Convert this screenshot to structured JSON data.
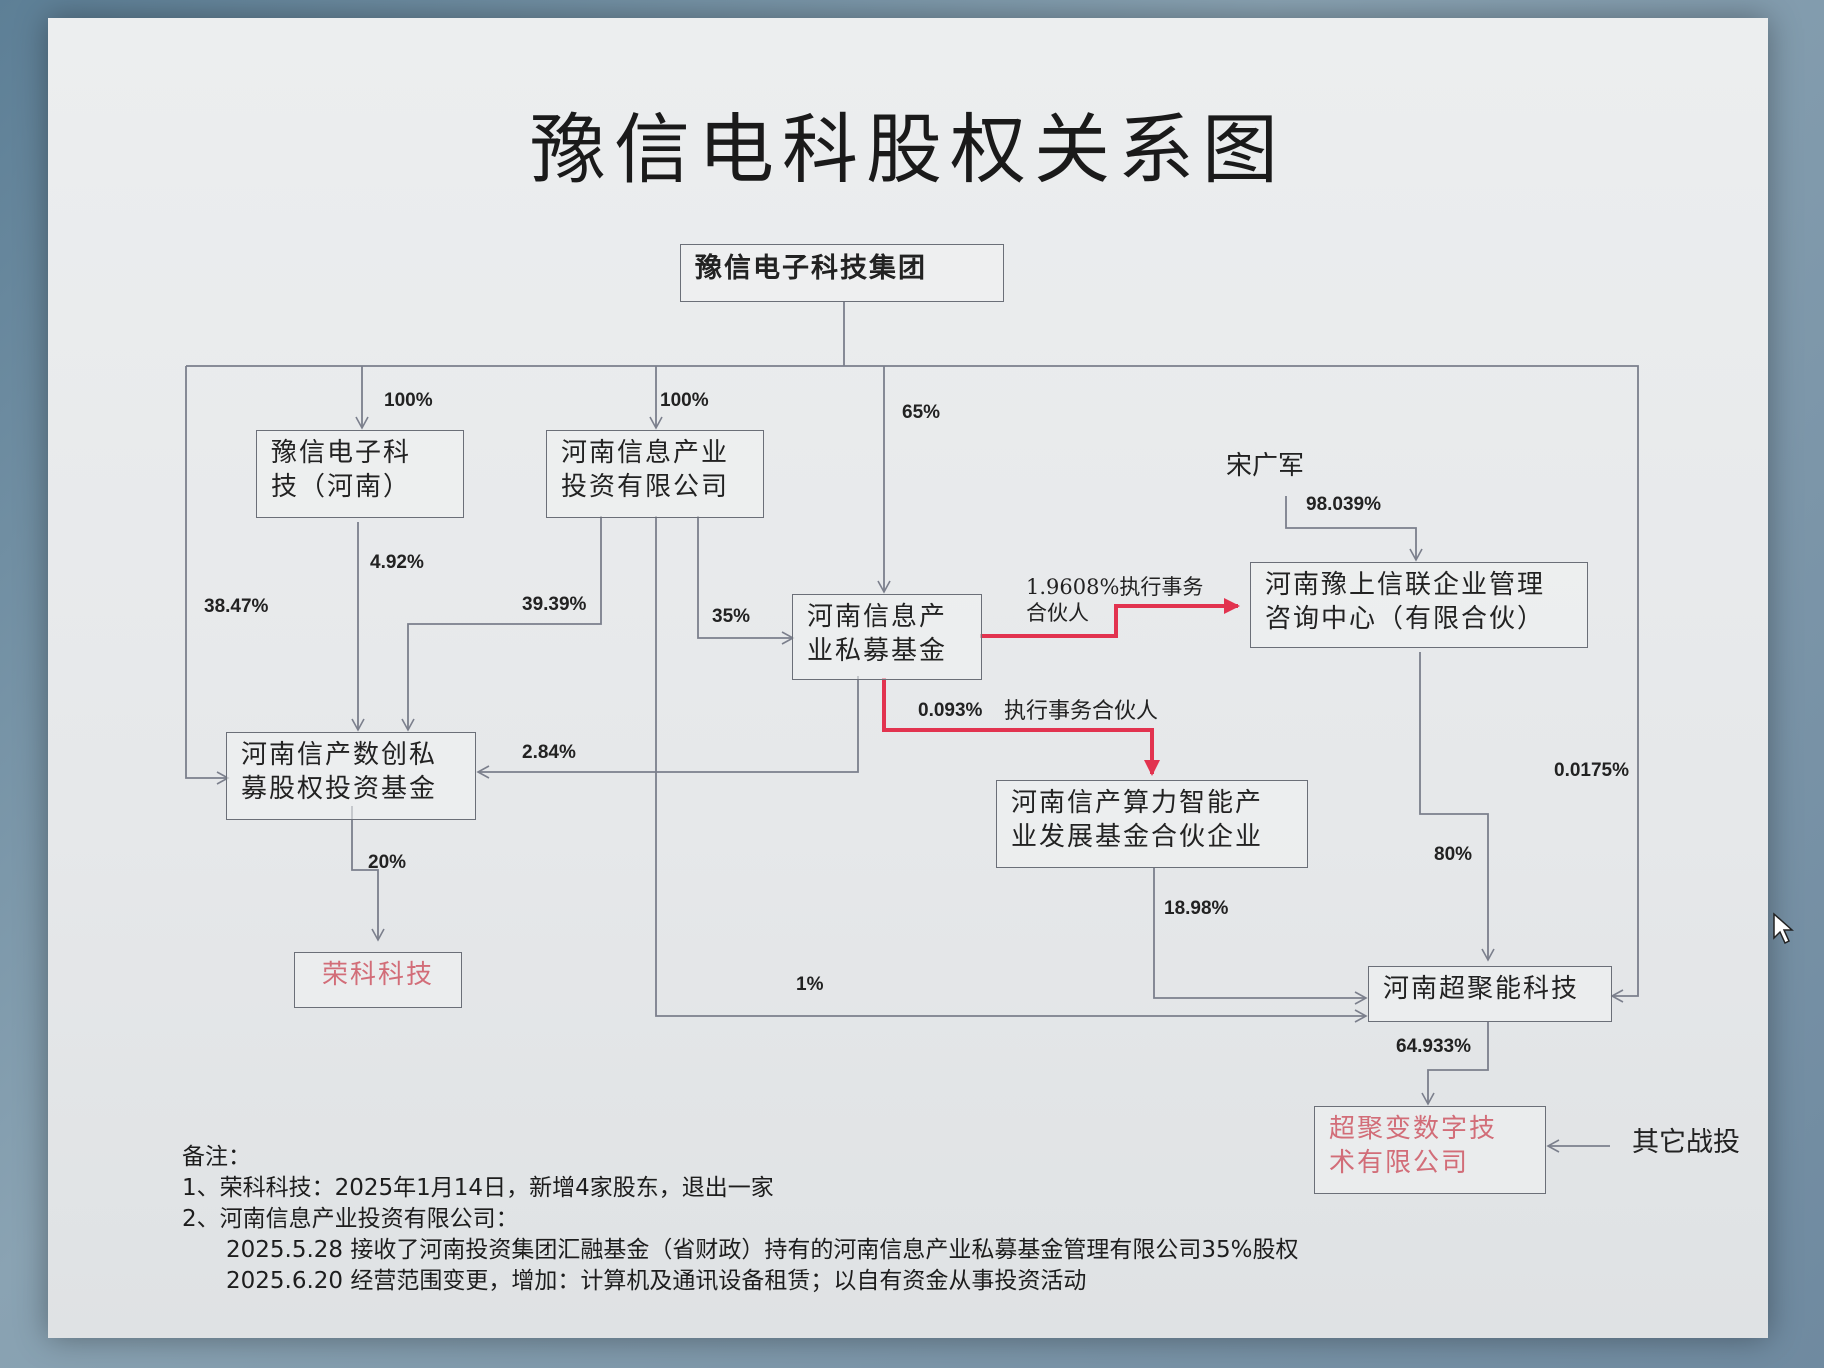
{
  "title": "豫信电科股权关系图",
  "nodes": {
    "group": "豫信电子科技集团",
    "henan_tech": [
      "豫信电子科",
      "技（河南）"
    ],
    "info_invest": [
      "河南信息产业",
      "投资有限公司"
    ],
    "private_fund": [
      "河南信息产",
      "业私募基金"
    ],
    "yushang": [
      "河南豫上信联企业管理",
      "咨询中心（有限合伙）"
    ],
    "shuchuang": [
      "河南信产数创私",
      "募股权投资基金"
    ],
    "suanli": [
      "河南信产算力智能产",
      "业发展基金合伙企业"
    ],
    "rongke": "荣科科技",
    "chaojuneng": "河南超聚能科技",
    "chaojubian": [
      "超聚变数字技",
      "术有限公司"
    ],
    "song": "宋广军",
    "other": "其它战投"
  },
  "percents": {
    "p100a": "100%",
    "p100b": "100%",
    "p65": "65%",
    "p4_92": "4.92%",
    "p38_47": "38.47%",
    "p39_39": "39.39%",
    "p35": "35%",
    "p98": "98.039%",
    "p2_84": "2.84%",
    "p0_093": "0.093%",
    "p0_0175": "0.0175%",
    "p80": "80%",
    "p18_98": "18.98%",
    "p20": "20%",
    "p1": "1%",
    "p64_933": "64.933%"
  },
  "labels": {
    "gp1": [
      "1.9608%执行事务",
      "合伙人"
    ],
    "gp2": "执行事务合伙人"
  },
  "notes": {
    "heading": "备注：",
    "line1": "1、荣科科技：2025年1月14日，新增4家股东，退出一家",
    "line2": "2、河南信息产业投资有限公司：",
    "line3": "2025.5.28 接收了河南投资集团汇融基金（省财政）持有的河南信息产业私募基金管理有限公司35%股权",
    "line4": "2025.6.20 经营范围变更，增加：计算机及通讯设备租赁；以自有资金从事投资活动"
  },
  "colors": {
    "line": "#7b7f8c",
    "highlight": "#e2334f",
    "red_text": "#d26d78"
  }
}
